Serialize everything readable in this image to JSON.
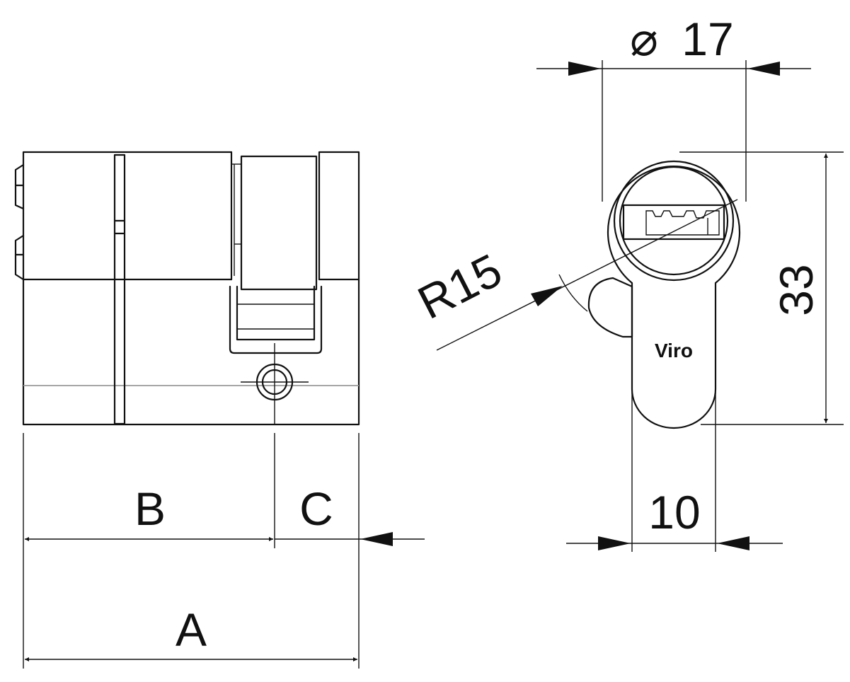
{
  "dimensions": {
    "diameter": "17",
    "diameter_symbol": "⌀",
    "height": "33",
    "radius": "R15",
    "cam_width": "10",
    "label_a": "A",
    "label_b": "B",
    "label_c": "C"
  },
  "brand": {
    "name": "Viro"
  }
}
